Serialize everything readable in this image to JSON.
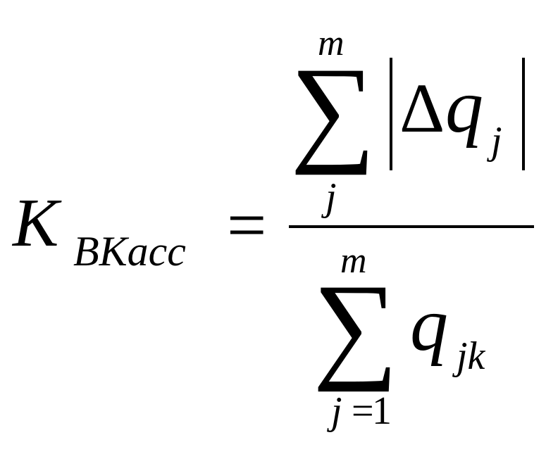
{
  "formula": {
    "lhs": {
      "symbol": "K",
      "subscript": "BKacc"
    },
    "equals": "=",
    "numerator": {
      "sum_symbol": "∑",
      "upper_limit": "m",
      "lower_limit": "j",
      "delta": "Δ",
      "variable": "q",
      "subscript": "j"
    },
    "denominator": {
      "sum_symbol": "∑",
      "upper_limit": "m",
      "lower_index": "j",
      "lower_equals": "=",
      "lower_value": "1",
      "variable": "q",
      "subscript": "jk"
    }
  }
}
